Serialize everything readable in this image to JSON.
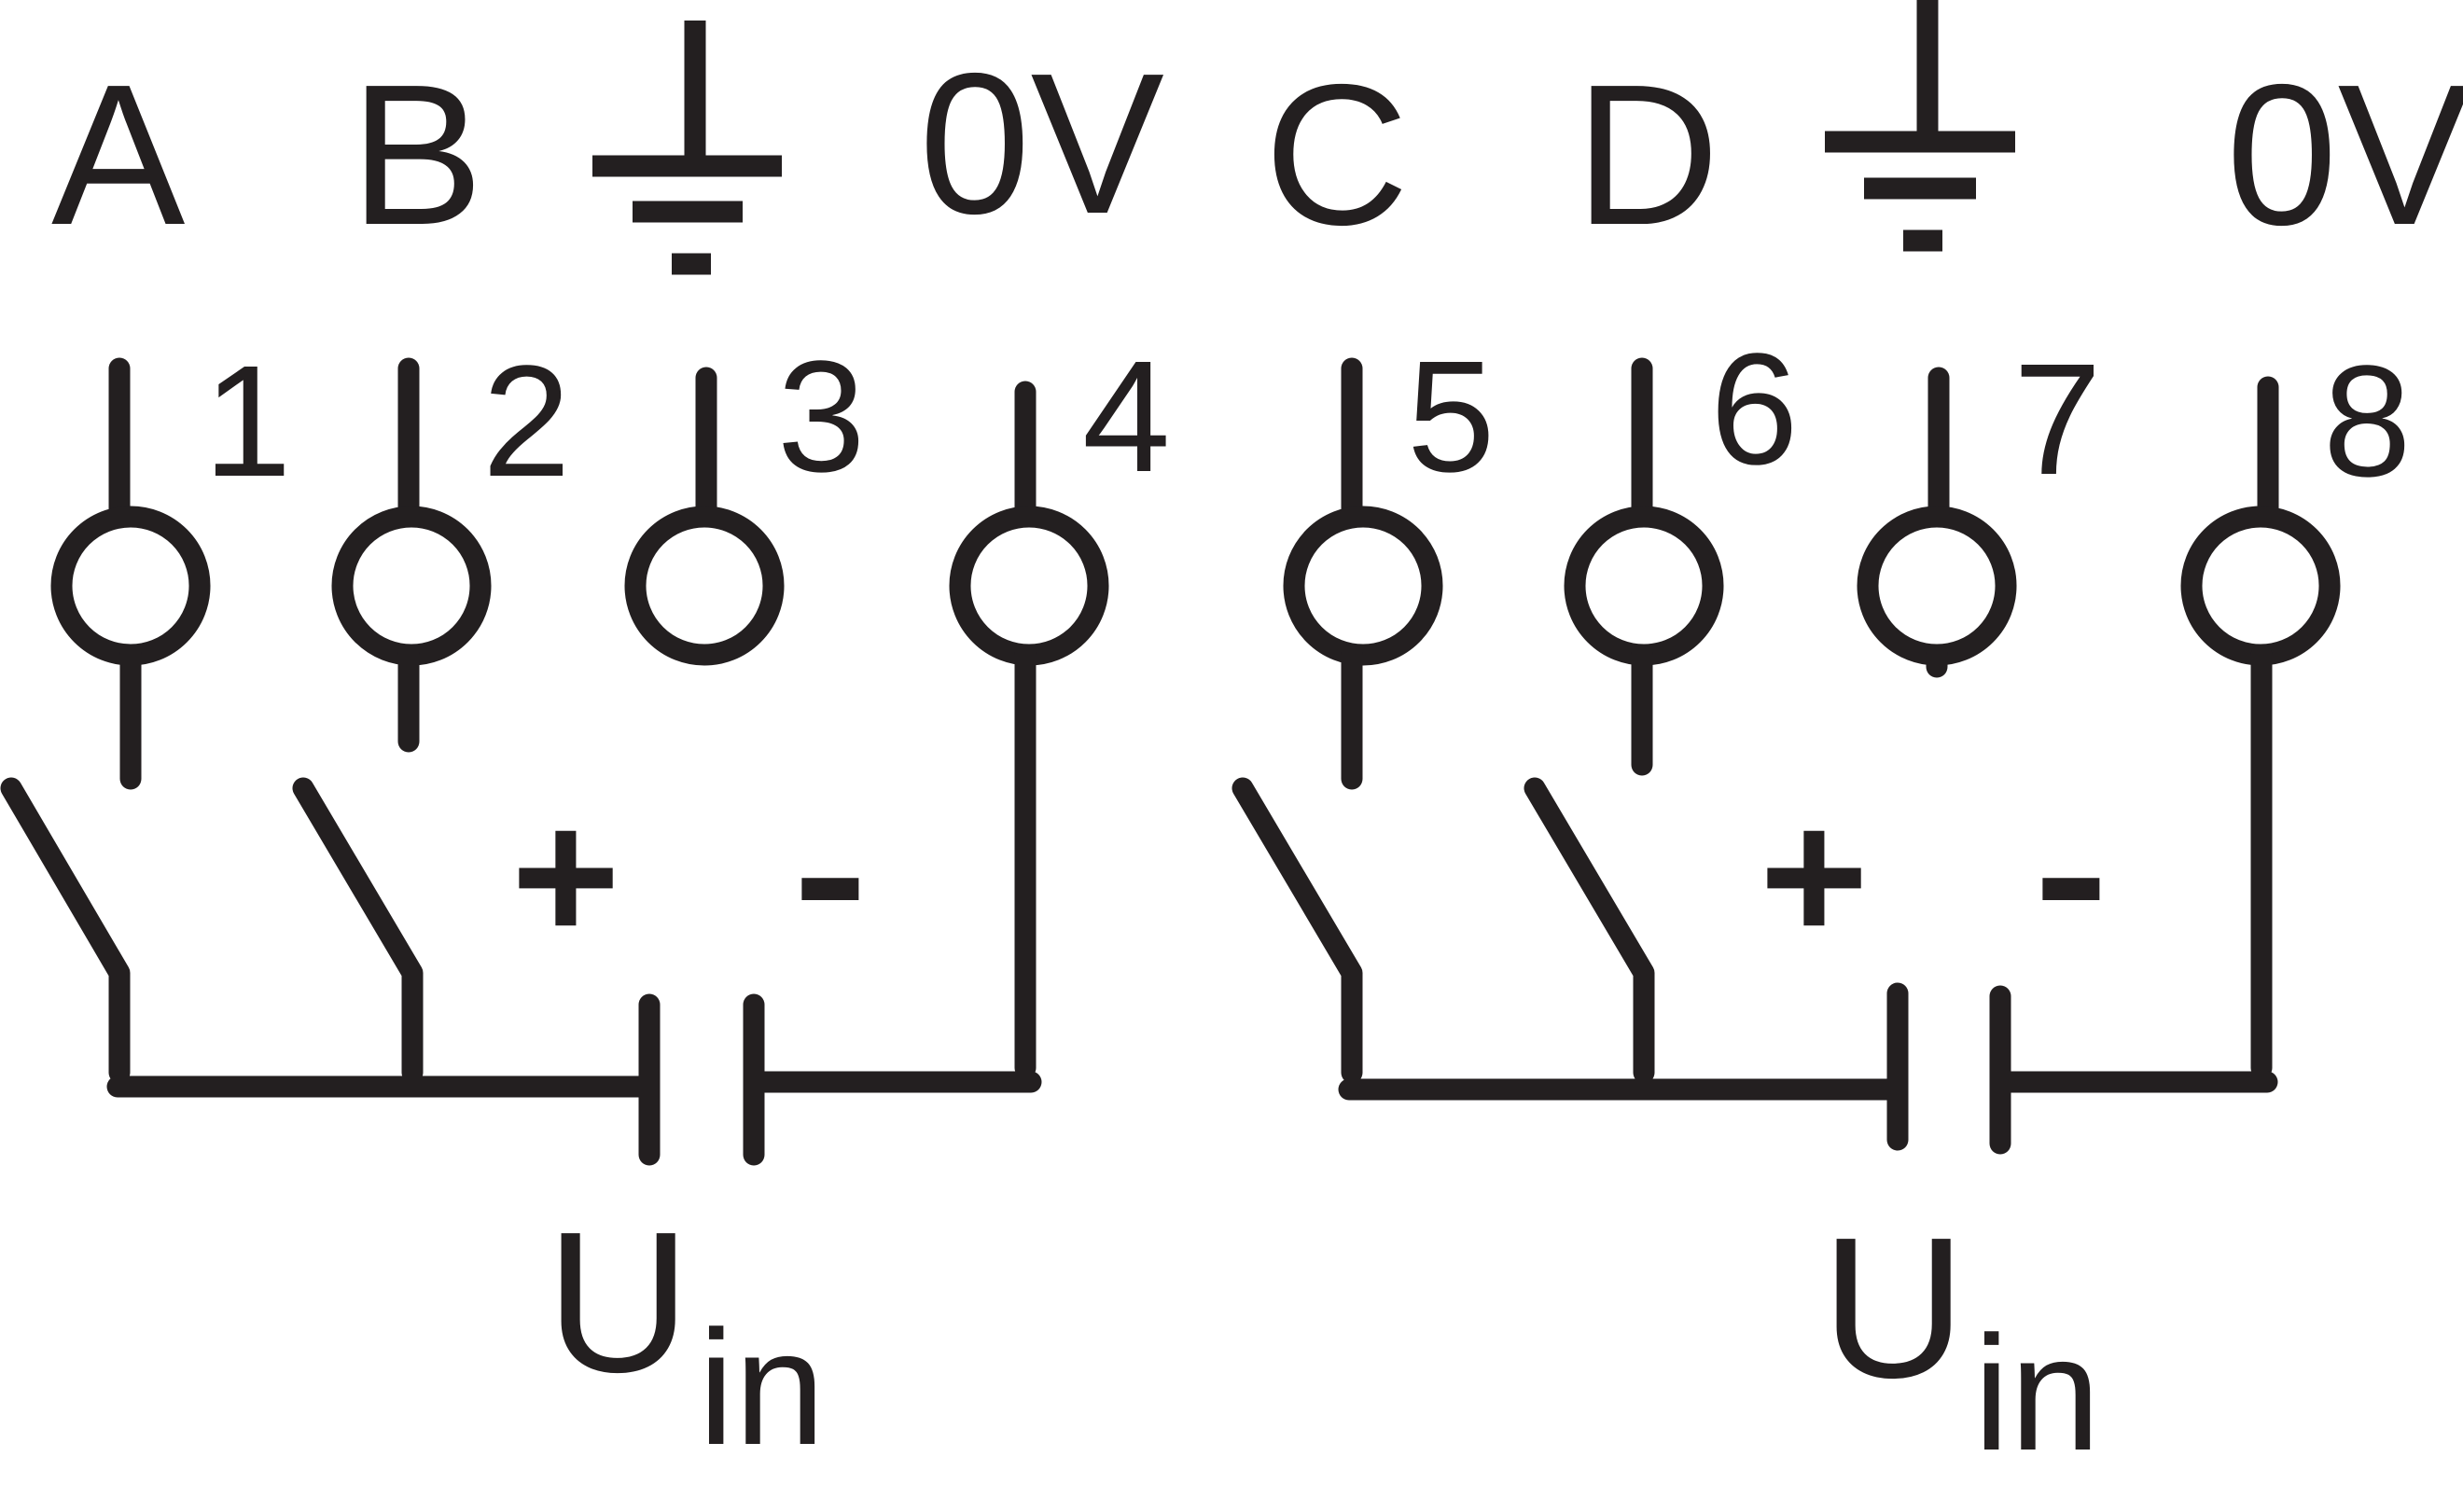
{
  "colors": {
    "ink": "#231f20",
    "background": "#ffffff"
  },
  "channels": [
    {
      "signal_a": "A",
      "signal_b": "B",
      "ground_icon": "ground-icon",
      "zero_volt": "0V",
      "terminals": [
        "1",
        "2",
        "3",
        "4"
      ],
      "plus": "+",
      "minus": "-",
      "supply_main": "U",
      "supply_sub": "in"
    },
    {
      "signal_a": "C",
      "signal_b": "D",
      "ground_icon": "ground-icon",
      "zero_volt": "0V",
      "terminals": [
        "5",
        "6",
        "7",
        "8"
      ],
      "plus": "+",
      "minus": "-",
      "supply_main": "U",
      "supply_sub": "in"
    }
  ]
}
